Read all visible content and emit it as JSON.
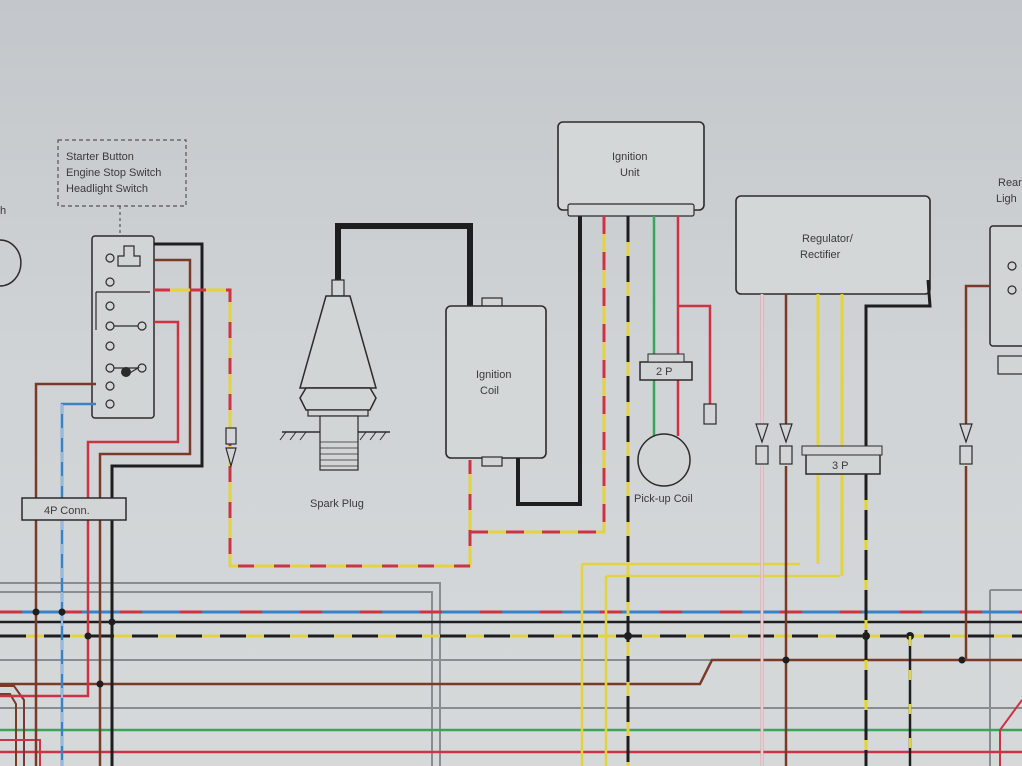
{
  "labels": {
    "starter_button": "Starter Button",
    "engine_stop_switch": "Engine Stop Switch",
    "headlight_switch": "Headlight Switch",
    "ignition_unit_line1": "Ignition",
    "ignition_unit_line2": "Unit",
    "ignition_coil_line1": "Ignition",
    "ignition_coil_line2": "Coil",
    "spark_plug": "Spark Plug",
    "regulator_line1": "Regulator/",
    "regulator_line2": "Rectifier",
    "pickup_coil": "Pick-up Coil",
    "connector_2p": "2 P",
    "connector_3p": "3 P",
    "connector_4p": "4P Conn.",
    "rear_partial_line1": "Rear",
    "rear_partial_line2": "Ligh",
    "left_partial": "h"
  },
  "colors": {
    "paper": "#cfd3d5",
    "black_wire": "#1e1e1e",
    "red_wire": "#cc3345",
    "yellow_wire": "#e3d33f",
    "green_wire": "#3aa55a",
    "blue_wire": "#3a82c8",
    "brown_wire": "#7a3a2a",
    "gray_wire": "#8a8d90"
  }
}
